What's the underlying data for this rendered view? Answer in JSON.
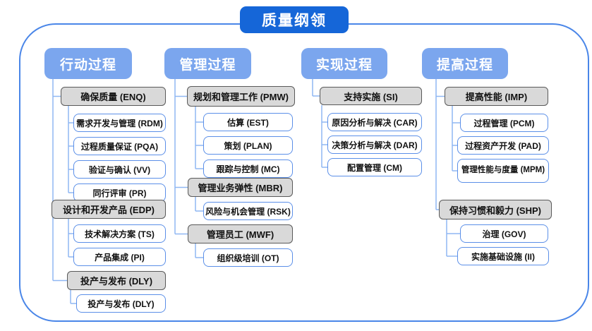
{
  "title": "质量纲领",
  "colors": {
    "title_blue": "#1566d8",
    "header_blue": "#7ba6ee",
    "connector_blue": "#8fb7f3",
    "white_node_border": "#5b8fe8",
    "gray_node_fill": "#d9d9d9",
    "gray_node_border": "#595959",
    "frame_border": "#4a86e8"
  },
  "columns": [
    {
      "header": "行动过程",
      "groups": [
        {
          "label": "确保质量 (ENQ)",
          "items": [
            "需求开发与管理 (RDM)",
            "过程质量保证 (PQA)",
            "验证与确认 (VV)",
            "同行评审 (PR)"
          ]
        },
        {
          "label": "设计和开发产品 (EDP)",
          "items": [
            "技术解决方案 (TS)",
            "产品集成 (PI)"
          ]
        },
        {
          "label": "投产与发布 (DLY)",
          "items": [
            "投产与发布 (DLY)"
          ]
        }
      ]
    },
    {
      "header": "管理过程",
      "groups": [
        {
          "label": "规划和管理工作 (PMW)",
          "items": [
            "估算 (EST)",
            "策划 (PLAN)",
            "跟踪与控制 (MC)"
          ]
        },
        {
          "label": "管理业务弹性 (MBR)",
          "items": [
            "风险与机会管理 (RSK)"
          ]
        },
        {
          "label": "管理员工 (MWF)",
          "items": [
            "组织级培训 (OT)"
          ]
        }
      ]
    },
    {
      "header": "实现过程",
      "groups": [
        {
          "label": "支持实施 (SI)",
          "items": [
            "原因分析与解决 (CAR)",
            "决策分析与解决 (DAR)",
            "配置管理 (CM)"
          ]
        }
      ]
    },
    {
      "header": "提高过程",
      "groups": [
        {
          "label": "提高性能 (IMP)",
          "items": [
            "过程管理 (PCM)",
            "过程资产开发 (PAD)",
            "管理性能与度量 (MPM)"
          ]
        },
        {
          "label": "保持习惯和毅力 (SHP)",
          "items": [
            "治理 (GOV)",
            "实施基础设施 (II)"
          ]
        }
      ]
    }
  ]
}
